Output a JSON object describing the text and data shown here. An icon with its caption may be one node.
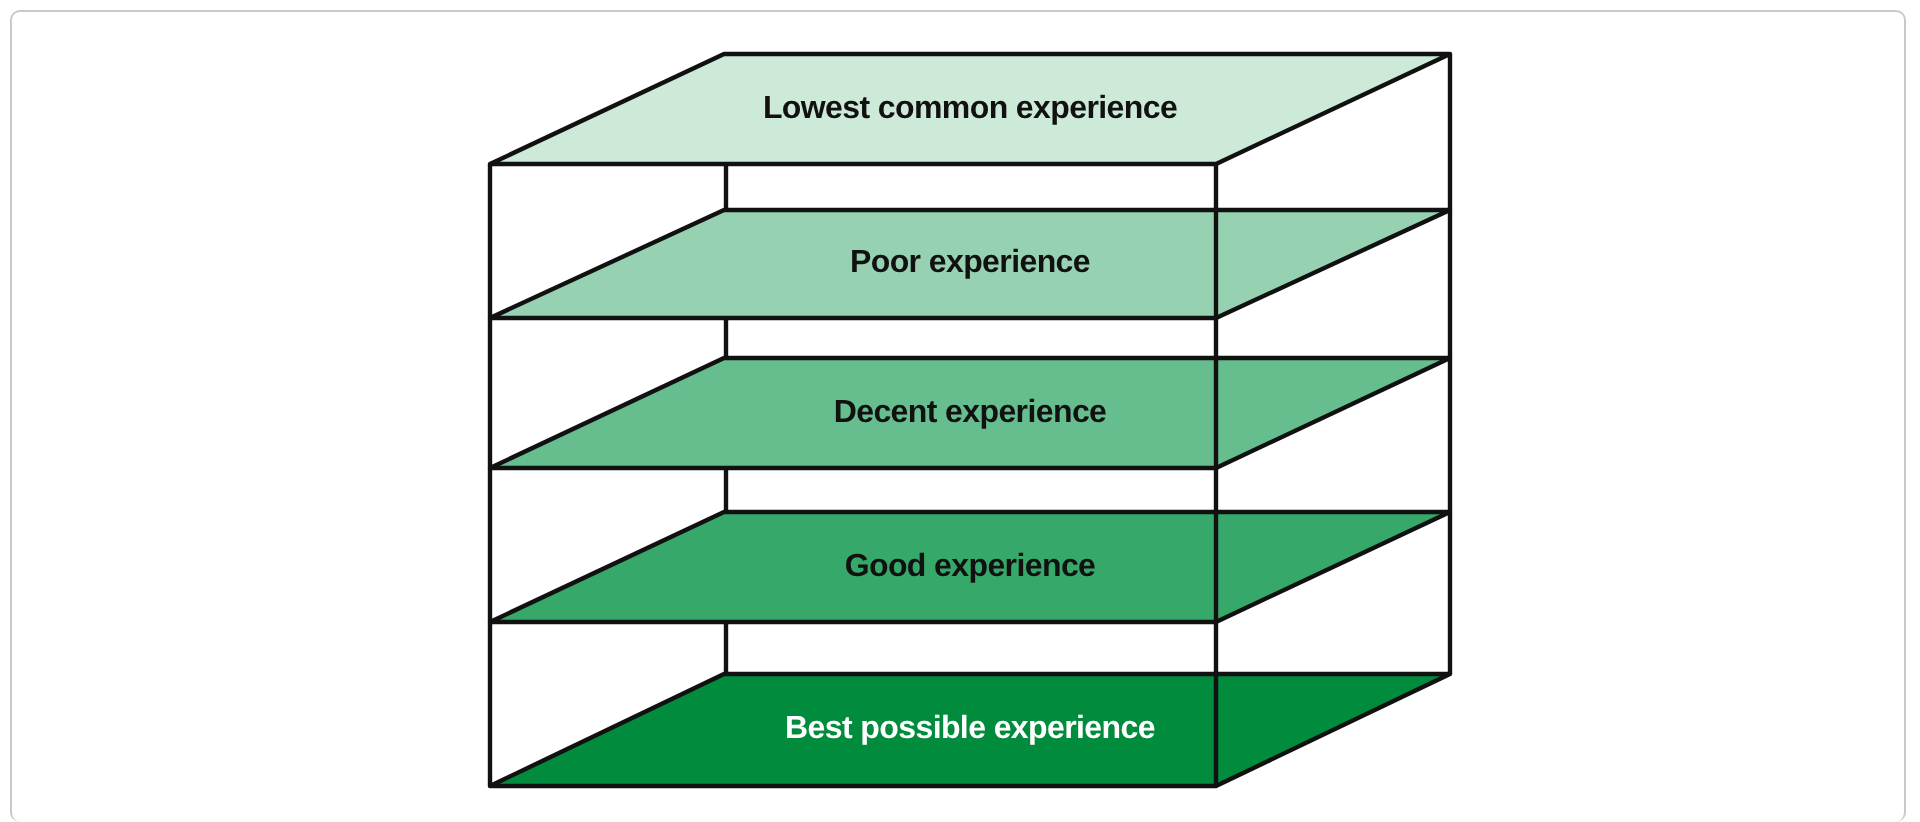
{
  "diagram": {
    "nodes": [
      {
        "text": [
          "Lowest common experience"
        ]
      },
      {
        "text": [
          "Poor experience"
        ]
      },
      {
        "text": [
          "Decent experience"
        ]
      },
      {
        "text": [
          "Good experience"
        ]
      },
      {
        "text": [
          "Best possible experience"
        ]
      }
    ]
  }
}
